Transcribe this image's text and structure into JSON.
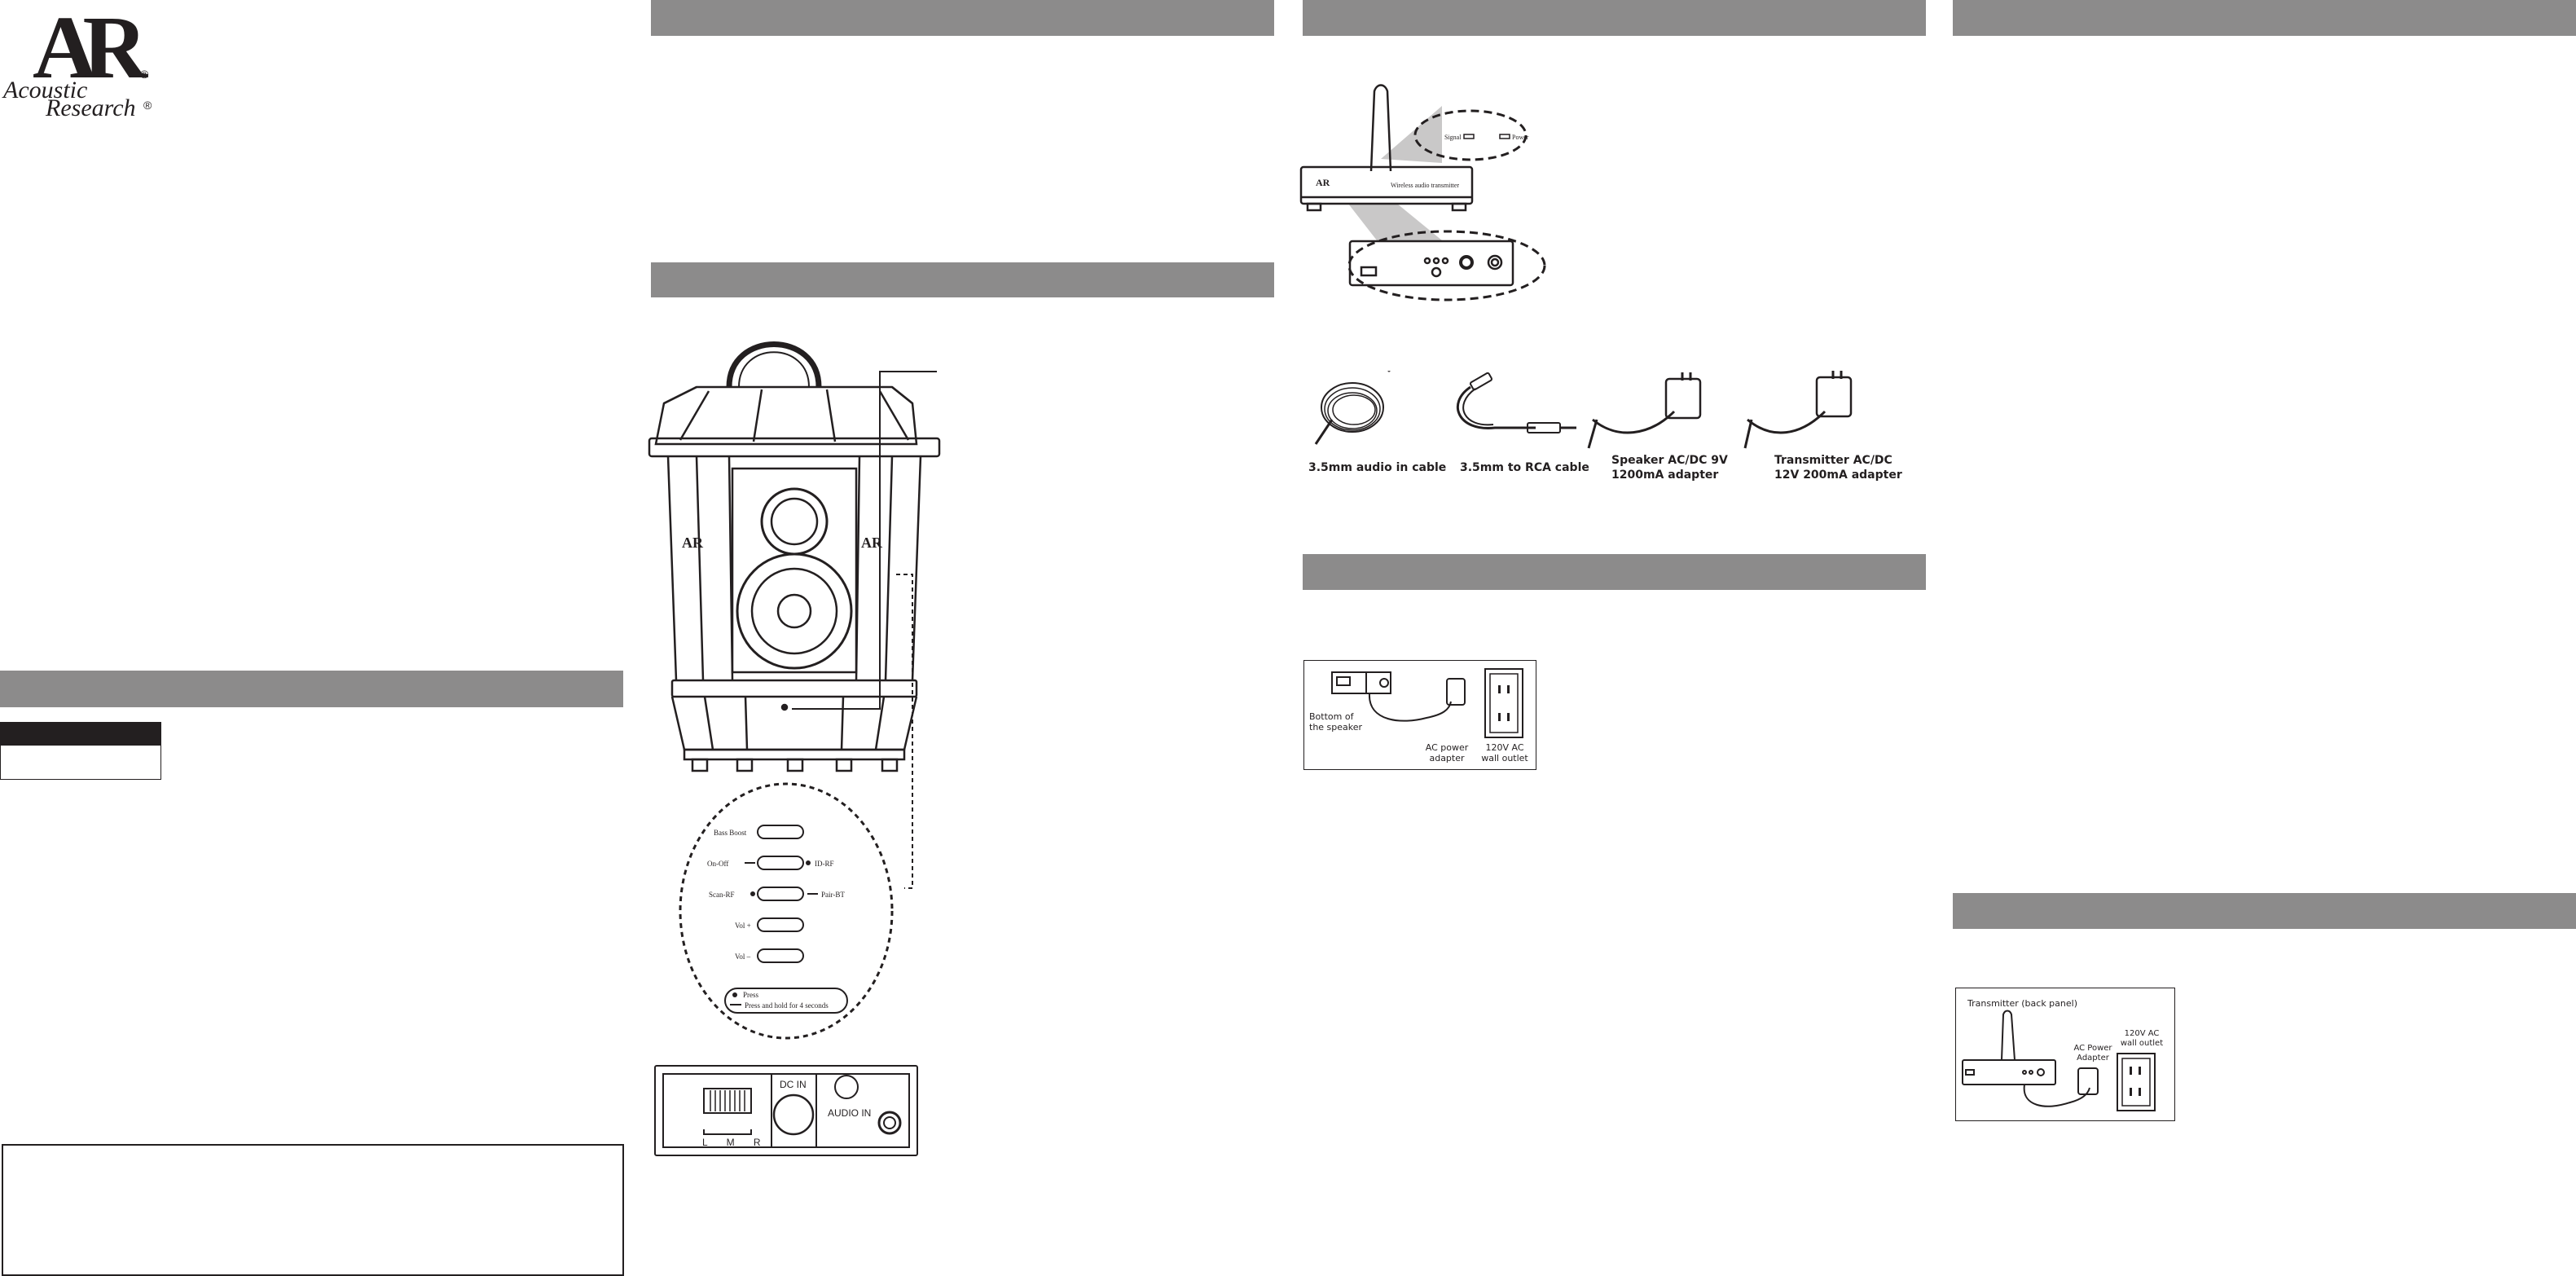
{
  "brand": {
    "logo_mark": "AR",
    "logo_line1": "Acoustic",
    "logo_line2": "Research",
    "registered": "®"
  },
  "transmitter": {
    "top_leds": [
      "Signal",
      "Power"
    ],
    "front_label": "Wireless audio transmitter"
  },
  "accessories": [
    {
      "label": "3.5mm audio in cable"
    },
    {
      "label": "3.5mm to RCA cable"
    },
    {
      "label": "Speaker AC/DC 9V 1200mA adapter"
    },
    {
      "label": "Transmitter AC/DC 12V 200mA adapter"
    }
  ],
  "speaker_panel": {
    "buttons": [
      "Bass Boost",
      "On-Off",
      "ID-RF",
      "Scan-RF",
      "Pair-BT",
      "Vol +",
      "Vol –"
    ],
    "legend_press": "Press",
    "legend_hold": "Press and hold for 4 seconds",
    "switch_scale": "L M R",
    "dc_in": "DC IN",
    "audio_in": "AUDIO IN"
  },
  "speaker_power": {
    "bottom_label": "Bottom of the speaker",
    "adapter_label": "AC power adapter",
    "outlet_label": "120V AC wall outlet"
  },
  "transmitter_power": {
    "panel_label": "Transmitter (back panel)",
    "adapter_label": "AC Power Adapter",
    "outlet_label": "120V AC wall outlet"
  },
  "colors": {
    "section_bar": "#8c8b8b",
    "dark_box": "#231f20",
    "line_art": "#231f20"
  }
}
